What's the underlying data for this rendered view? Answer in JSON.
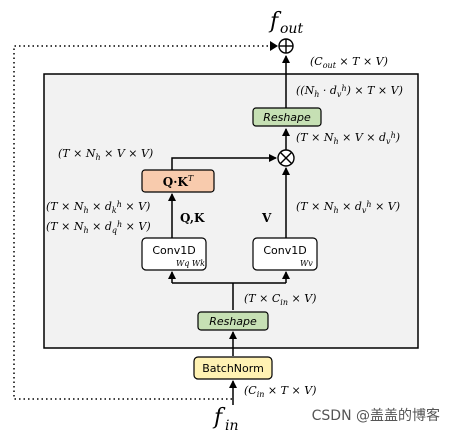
{
  "diagram": {
    "output_label": "f",
    "output_sub": "out",
    "input_label": "f",
    "input_sub": "in",
    "batchnorm": "BatchNorm",
    "reshape_lower": "Reshape",
    "reshape_upper": "Reshape",
    "conv_left": "Conv1D",
    "conv_left_weights": "Wq Wk",
    "conv_right": "Conv1D",
    "conv_right_weights": "Wv",
    "qk_box": "Q·K^T",
    "qk_edge": "Q,K",
    "v_edge": "V",
    "dims": {
      "input": "(Cin × T × V)",
      "after_reshape": "(T × Cin × V)",
      "attention": "(T × Nh × V × V)",
      "k_shape": "(T × Nh × d_k^h × V)",
      "q_shape": "(T × Nh × d_q^h × V)",
      "v_shape": "(T × Nh × d_v^h × V)",
      "product_shape": "(T × Nh × V × d_v^h)",
      "reshape_shape": "((Nh · d_v^h) × T × V)",
      "output": "(Cout × T × V)"
    }
  },
  "watermark": "CSDN @盖盖的博客",
  "colors": {
    "panel_fill": "#f2f2f2",
    "reshape_fill": "#c6e0b4",
    "batchnorm_fill": "#fff2b3",
    "qk_fill": "#f8cbad",
    "conv_fill": "#ffffff",
    "stroke": "#000000"
  }
}
